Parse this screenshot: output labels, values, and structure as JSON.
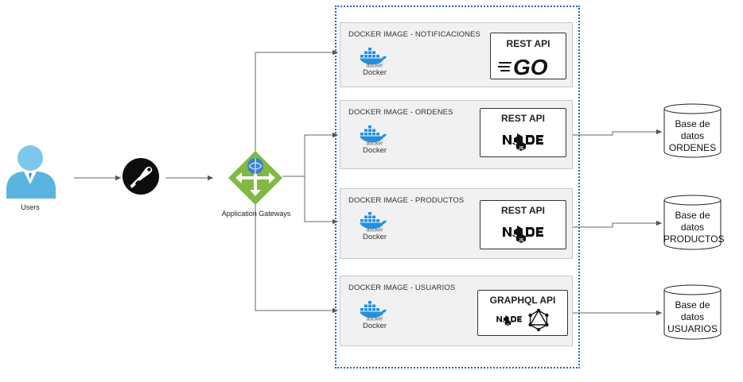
{
  "users": {
    "label": "Users"
  },
  "gateway": {
    "label": "Application Gateways"
  },
  "services": [
    {
      "title": "DOCKER IMAGE - NOTIFICACIONES",
      "docker_label": "Docker",
      "docker_word": "docker",
      "api_title": "REST API",
      "tech": "GO"
    },
    {
      "title": "DOCKER IMAGE - ORDENES",
      "docker_label": "Docker",
      "docker_word": "docker",
      "api_title": "REST API",
      "tech": "node"
    },
    {
      "title": "DOCKER IMAGE - PRODUCTOS",
      "docker_label": "Docker",
      "docker_word": "docker",
      "api_title": "REST API",
      "tech": "node"
    },
    {
      "title": "DOCKER IMAGE - USUARIOS",
      "docker_label": "Docker",
      "docker_word": "docker",
      "api_title": "GRAPHQL API",
      "tech": "node"
    }
  ],
  "databases": [
    {
      "line1": "Base de",
      "line2": "datos",
      "line3": "ORDENES"
    },
    {
      "line1": "Base de",
      "line2": "datos",
      "line3": "PRODUCTOS"
    },
    {
      "line1": "Base de",
      "line2": "datos",
      "line3": "USUARIOS"
    }
  ],
  "colors": {
    "container_border": "#1f66c4",
    "gateway_green": "#7fba42",
    "docker_blue": "#1d91e6",
    "user_blue": "#5ab4e0"
  },
  "icons": {
    "users": "user-icon",
    "postman": "postman-icon",
    "gateway": "application-gateway-icon",
    "docker": "docker-icon",
    "go": "go-logo-icon",
    "node": "nodejs-logo-icon",
    "graphql": "graphql-icon",
    "database": "database-icon"
  }
}
